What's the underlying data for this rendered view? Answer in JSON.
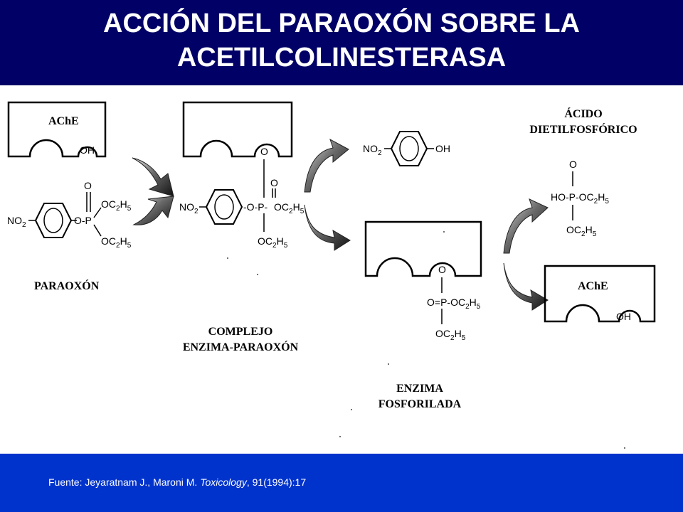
{
  "header": {
    "title_line1": "ACCIÓN DEL PARAOXÓN SOBRE LA",
    "title_line2": "ACETILCOLINESTERASA"
  },
  "labels": {
    "ache_top_left": "AChE",
    "paraoxon": "PARAOXÓN",
    "complejo_line1": "COMPLEJO",
    "complejo_line2": "ENZIMA-PARAOXÓN",
    "enzima_line1": "ENZIMA",
    "enzima_line2": "FOSFORILADA",
    "acido_line1": "ÁCIDO",
    "acido_line2": "DIETILFOSFÓRICO",
    "ache_bottom_right": "AChE"
  },
  "structure_text": {
    "oh": "OH",
    "no2": "NO",
    "o": "O",
    "o_dash": "-O-",
    "p": "P",
    "oc2h5": "OC",
    "ho_p": "HO-P-OC",
    "o_eq_p": "O=P-OC",
    "sub2": "2",
    "sub5": "5"
  },
  "footer": {
    "source_prefix": "Fuente: Jeyaratnam J., Maroni M. ",
    "source_journal": "Toxicology",
    "source_suffix": ", 91(1994):17"
  },
  "colors": {
    "header_bg": "#000066",
    "footer_bg": "#0033cc",
    "text_white": "#ffffff"
  }
}
